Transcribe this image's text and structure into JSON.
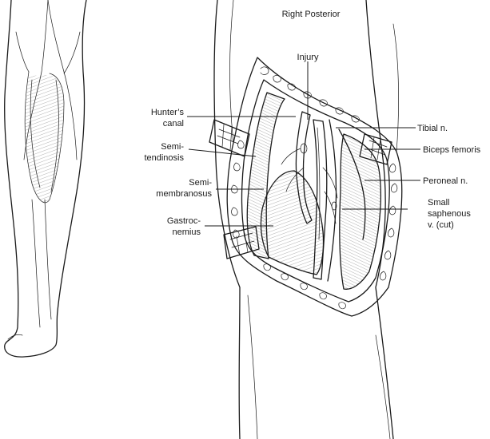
{
  "title": "Right Posterior",
  "labels": {
    "injury": "Injury",
    "hunters_canal": [
      "Hunter’s",
      "canal"
    ],
    "semitendinosis": [
      "Semi-",
      "tendinosis"
    ],
    "semimembranosus": [
      "Semi-",
      "membranosus"
    ],
    "gastrocnemius": [
      "Gastroc-",
      "nemius"
    ],
    "tibial_n": "Tibial n.",
    "biceps_femoris": "Biceps femoris",
    "peroneal_n": "Peroneal n.",
    "small_saphenous": [
      "Small",
      "saphenous",
      "v. (cut)"
    ]
  },
  "colors": {
    "ink": "#1a1a1a",
    "shade": "#d9d9d9",
    "background": "#ffffff"
  }
}
